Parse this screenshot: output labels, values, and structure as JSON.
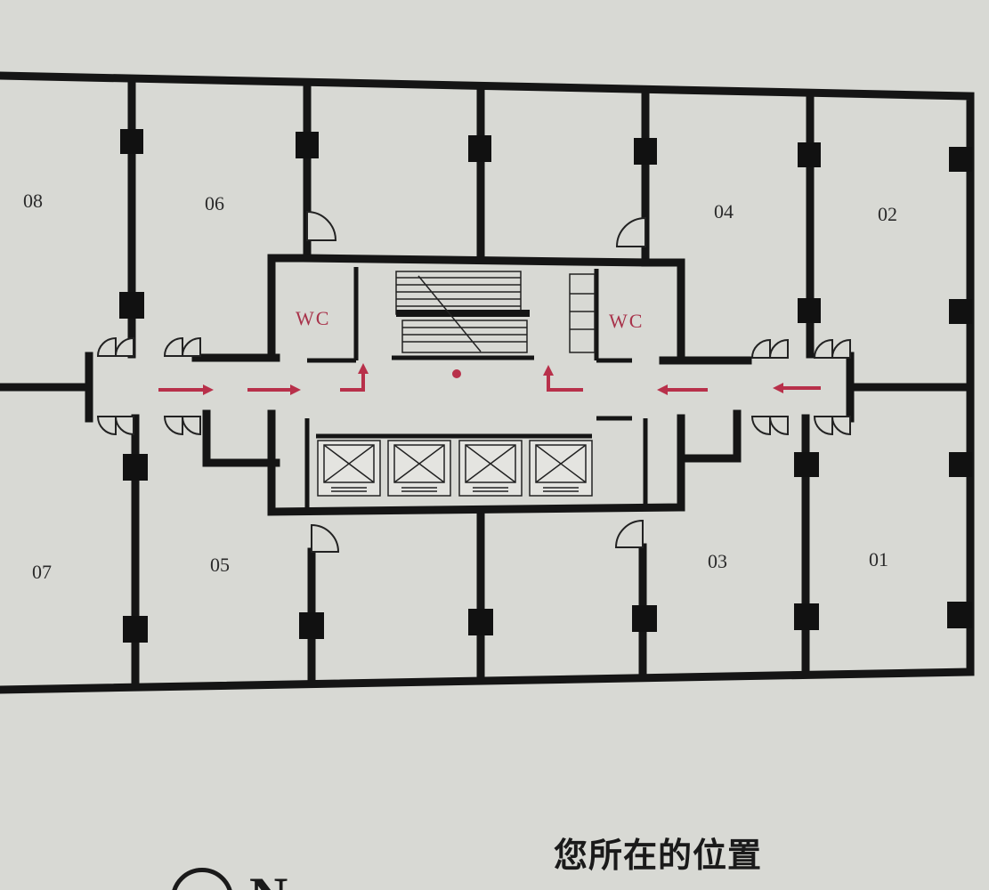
{
  "rooms": {
    "r08": "08",
    "r06": "06",
    "r04": "04",
    "r02": "02",
    "r07": "07",
    "r05": "05",
    "r03": "03",
    "r01": "01"
  },
  "wc": {
    "left": "WC",
    "right": "WC"
  },
  "legend": {
    "you_are_here": "您所在的位置",
    "north": "N"
  },
  "colors": {
    "wall": "#151515",
    "route_arrow": "#b8304a",
    "wc_text": "#a8324a",
    "background": "#d8d9d4"
  },
  "icons": [
    "route-arrow",
    "elevator-icon",
    "stair-icon",
    "you-are-here-dot",
    "north-arrow-icon"
  ]
}
